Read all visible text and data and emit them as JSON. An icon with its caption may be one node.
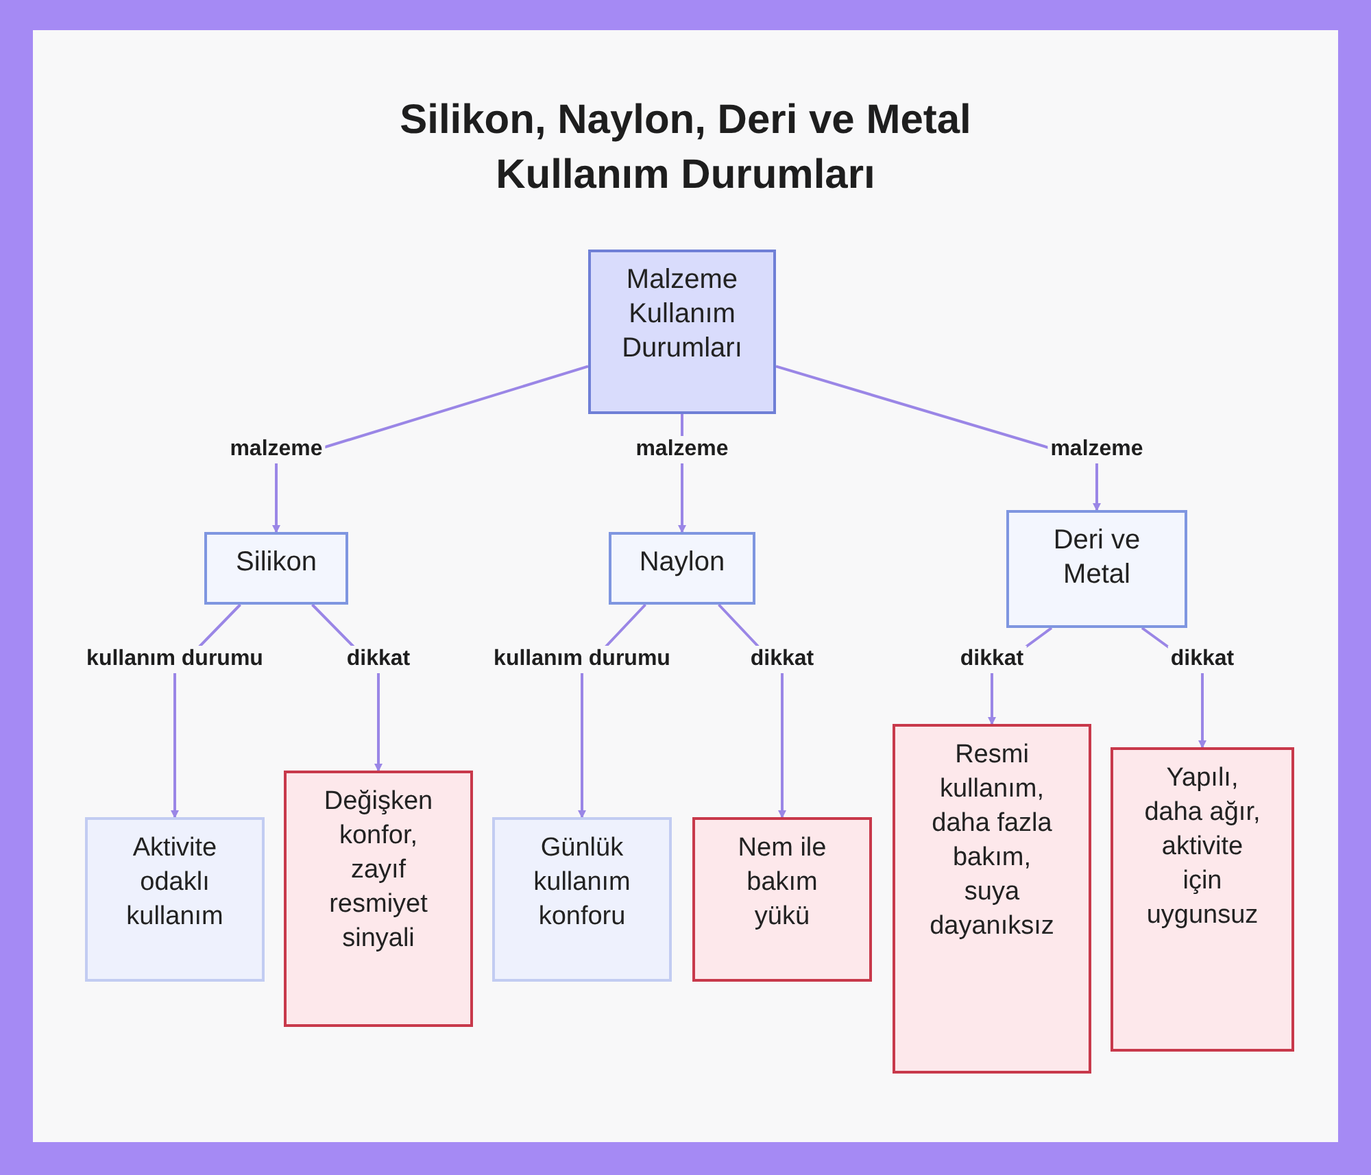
{
  "diagram": {
    "title": "Silikon, Naylon, Deri ve Metal Kullanım Durumları",
    "nodes": [
      {
        "text": [
          "Malzeme Kullanım Durumları"
        ]
      },
      {
        "text": [
          "Silikon"
        ]
      },
      {
        "text": [
          "Naylon"
        ]
      },
      {
        "text": [
          "Deri ve Metal"
        ]
      },
      {
        "text": [
          "Aktivite odaklı kullanım"
        ]
      },
      {
        "text": [
          "Değişken konfor, zayıf resmiyet sinyali"
        ]
      },
      {
        "text": [
          "Günlük kullanım konforu"
        ]
      },
      {
        "text": [
          "Nem ile bakım yükü"
        ]
      },
      {
        "text": [
          "Resmi kullanım, daha fazla bakım, suya dayanıksız"
        ]
      },
      {
        "text": [
          "Yapılı, daha ağır, aktivite için uygunsuz"
        ]
      }
    ],
    "edges": [
      {
        "from": 0,
        "to": 1,
        "arrow": "to",
        "label": "malzeme"
      },
      {
        "from": 0,
        "to": 2,
        "arrow": "to",
        "label": "malzeme"
      },
      {
        "from": 0,
        "to": 3,
        "arrow": "to",
        "label": "malzeme"
      },
      {
        "from": 1,
        "to": 4,
        "arrow": "to",
        "label": "kullanım durumu"
      },
      {
        "from": 1,
        "to": 5,
        "arrow": "to",
        "label": "dikkat"
      },
      {
        "from": 2,
        "to": 6,
        "arrow": "to",
        "label": "kullanım durumu"
      },
      {
        "from": 2,
        "to": 7,
        "arrow": "to",
        "label": "dikkat"
      },
      {
        "from": 3,
        "to": 8,
        "arrow": "to",
        "label": "dikkat"
      },
      {
        "from": 3,
        "to": 9,
        "arrow": "to",
        "label": "dikkat"
      }
    ]
  }
}
